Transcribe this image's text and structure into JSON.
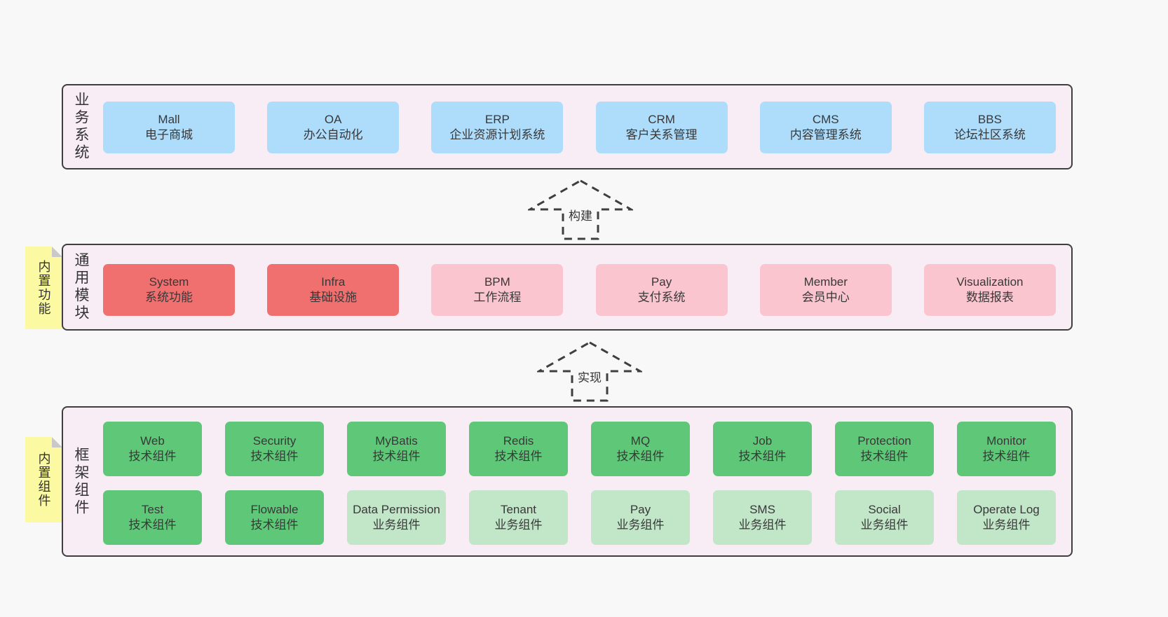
{
  "colors": {
    "page_bg": "#f8f8f8",
    "container_bg": "#f8edf5",
    "border": "#3f3f3f",
    "text": "#373737",
    "blue": "#aedcfb",
    "red": "#f06f6f",
    "pink": "#fbc5cf",
    "green": "#5ec878",
    "light_green": "#c1e6c8",
    "tab_yellow": "#fbf9a1",
    "fold_gray": "#c9c9c9"
  },
  "arrows": [
    {
      "label": "构建"
    },
    {
      "label": "实现"
    }
  ],
  "layers": [
    {
      "label": "业务系统",
      "boxes": [
        {
          "title": "Mall",
          "subtitle": "电子商城"
        },
        {
          "title": "OA",
          "subtitle": "办公自动化"
        },
        {
          "title": "ERP",
          "subtitle": "企业资源计划系统"
        },
        {
          "title": "CRM",
          "subtitle": "客户关系管理"
        },
        {
          "title": "CMS",
          "subtitle": "内容管理系统"
        },
        {
          "title": "BBS",
          "subtitle": "论坛社区系统"
        }
      ]
    },
    {
      "label": "通用模块",
      "tab": "内置功能",
      "boxes": [
        {
          "title": "System",
          "subtitle": "系统功能"
        },
        {
          "title": "Infra",
          "subtitle": "基础设施"
        },
        {
          "title": "BPM",
          "subtitle": "工作流程"
        },
        {
          "title": "Pay",
          "subtitle": "支付系统"
        },
        {
          "title": "Member",
          "subtitle": "会员中心"
        },
        {
          "title": "Visualization",
          "subtitle": "数据报表"
        }
      ]
    },
    {
      "label": "框架组件",
      "tab": "内置组件",
      "boxes": [
        {
          "title": "Web",
          "subtitle": "技术组件"
        },
        {
          "title": "Security",
          "subtitle": "技术组件"
        },
        {
          "title": "MyBatis",
          "subtitle": "技术组件"
        },
        {
          "title": "Redis",
          "subtitle": "技术组件"
        },
        {
          "title": "MQ",
          "subtitle": "技术组件"
        },
        {
          "title": "Job",
          "subtitle": "技术组件"
        },
        {
          "title": "Protection",
          "subtitle": "技术组件"
        },
        {
          "title": "Monitor",
          "subtitle": "技术组件"
        },
        {
          "title": "Test",
          "subtitle": "技术组件"
        },
        {
          "title": "Flowable",
          "subtitle": "技术组件"
        },
        {
          "title": "Data Permission",
          "subtitle": "业务组件"
        },
        {
          "title": "Tenant",
          "subtitle": "业务组件"
        },
        {
          "title": "Pay",
          "subtitle": "业务组件"
        },
        {
          "title": "SMS",
          "subtitle": "业务组件"
        },
        {
          "title": "Social",
          "subtitle": "业务组件"
        },
        {
          "title": "Operate Log",
          "subtitle": "业务组件"
        }
      ]
    }
  ]
}
